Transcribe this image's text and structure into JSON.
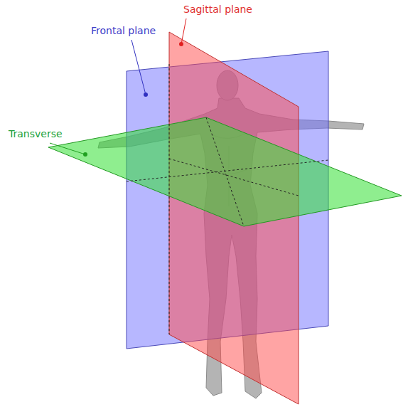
{
  "diagram": {
    "labels": [
      "Sagittal plane",
      "Frontal plane",
      "Transverse"
    ]
  }
}
